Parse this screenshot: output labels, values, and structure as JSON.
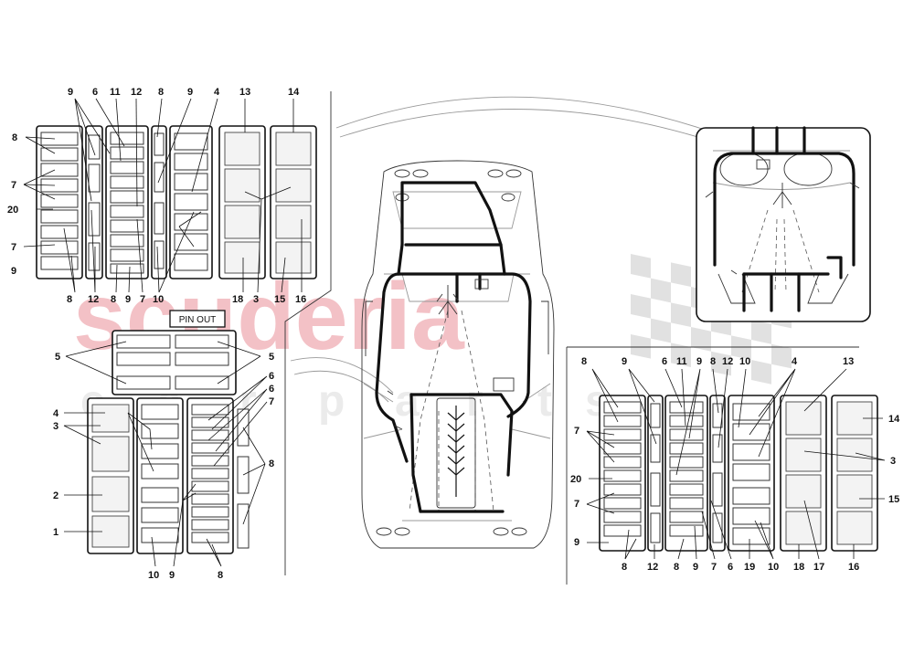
{
  "watermark": {
    "main": "scuderia",
    "sub": [
      "c",
      "a",
      "r",
      "p",
      "a",
      "r",
      "t",
      "s"
    ],
    "color": "#f2b7bd"
  },
  "pin_out": "PIN OUT",
  "labels": {
    "ul": {
      "top": [
        "9",
        "6",
        "11",
        "12",
        "8",
        "9",
        "4",
        "13",
        "14"
      ],
      "left": [
        "8",
        "7",
        "20",
        "7",
        "9"
      ],
      "bottom": [
        "8",
        "12",
        "8",
        "9",
        "7",
        "10",
        "18",
        "3",
        "15",
        "16"
      ]
    },
    "ll": {
      "left": [
        "5",
        "4",
        "3",
        "2",
        "1"
      ],
      "right": [
        "5",
        "6",
        "6",
        "7",
        "8"
      ],
      "bottom": [
        "10",
        "9",
        "8"
      ]
    },
    "lr": {
      "top": [
        "8",
        "9",
        "6",
        "11",
        "9",
        "8",
        "12",
        "10",
        "4",
        "13"
      ],
      "left": [
        "7",
        "20",
        "7",
        "9"
      ],
      "right": [
        "14",
        "3",
        "15"
      ],
      "bottom": [
        "8",
        "12",
        "8",
        "9",
        "7",
        "6",
        "19",
        "10",
        "18",
        "17",
        "16"
      ]
    }
  }
}
